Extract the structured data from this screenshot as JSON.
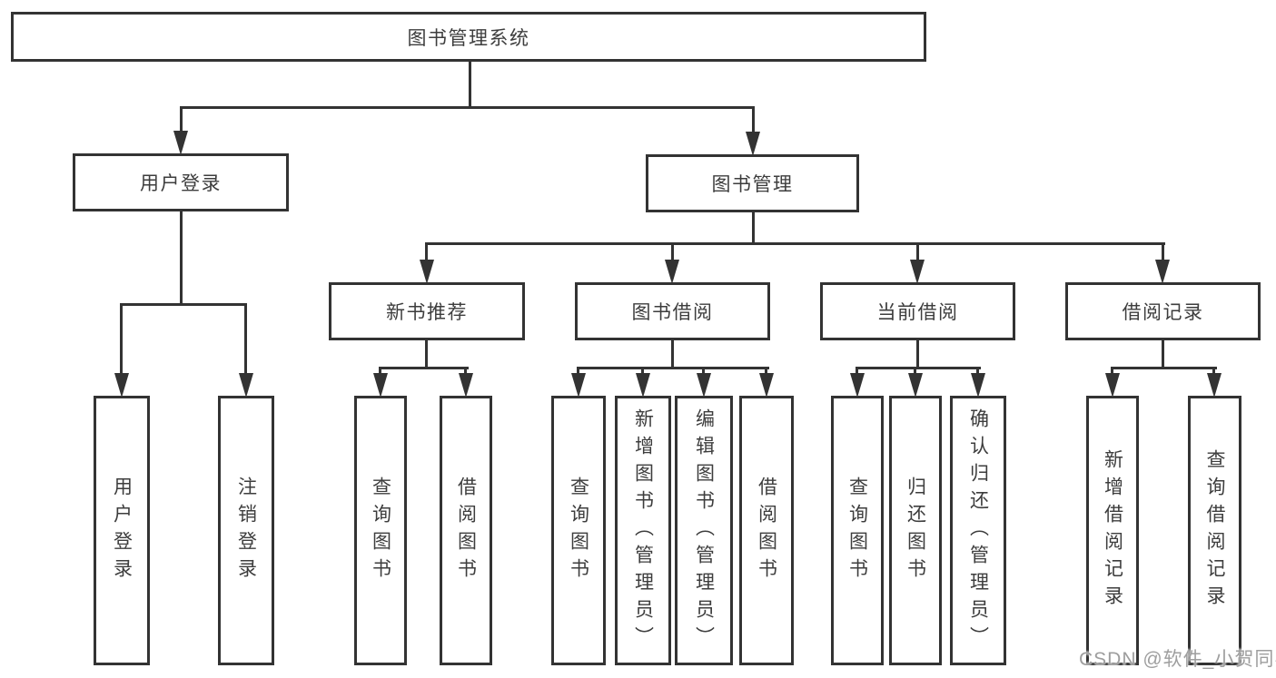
{
  "diagram": {
    "root": {
      "label": "图书管理系统"
    },
    "level2": [
      {
        "label": "用户登录"
      },
      {
        "label": "图书管理"
      }
    ],
    "level3": [
      {
        "label": "新书推荐"
      },
      {
        "label": "图书借阅"
      },
      {
        "label": "当前借阅"
      },
      {
        "label": "借阅记录"
      }
    ],
    "leaves": {
      "user_login": [
        {
          "label": "用户登录"
        },
        {
          "label": "注销登录"
        }
      ],
      "new_book_recommendation": [
        {
          "label": "查询图书"
        },
        {
          "label": "借阅图书"
        }
      ],
      "book_borrowing": [
        {
          "label": "查询图书"
        },
        {
          "label": "新增图书（管理员）"
        },
        {
          "label": "编辑图书（管理员）"
        },
        {
          "label": "借阅图书"
        }
      ],
      "current_borrowing": [
        {
          "label": "查询图书"
        },
        {
          "label": "归还图书"
        },
        {
          "label": "确认归还（管理员）"
        }
      ],
      "borrowing_records": [
        {
          "label": "新增借阅记录"
        },
        {
          "label": "查询借阅记录"
        }
      ]
    }
  },
  "watermark": {
    "text": "CSDN @软件_小贺同学"
  },
  "colors": {
    "line": "#333333",
    "text": "#3d3d3d",
    "background": "#ffffff",
    "watermark": "#9e9e9e"
  }
}
